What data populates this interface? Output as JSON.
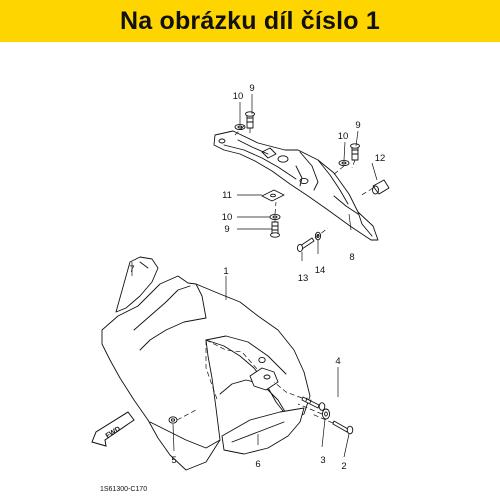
{
  "banner": {
    "title": "Na obrázku díl číslo 1"
  },
  "diagram": {
    "drawing_code": "1S61300-C170",
    "direction_label": "FWD",
    "callouts": {
      "p1": "1",
      "p2": "2",
      "p3": "3",
      "p4": "4",
      "p5": "5",
      "p6": "6",
      "p7": "7",
      "p8": "8",
      "p9a": "9",
      "p9b": "9",
      "p9c": "9",
      "p10a": "10",
      "p10b": "10",
      "p10c": "10",
      "p11": "11",
      "p12": "12",
      "p13": "13",
      "p14": "14"
    }
  }
}
